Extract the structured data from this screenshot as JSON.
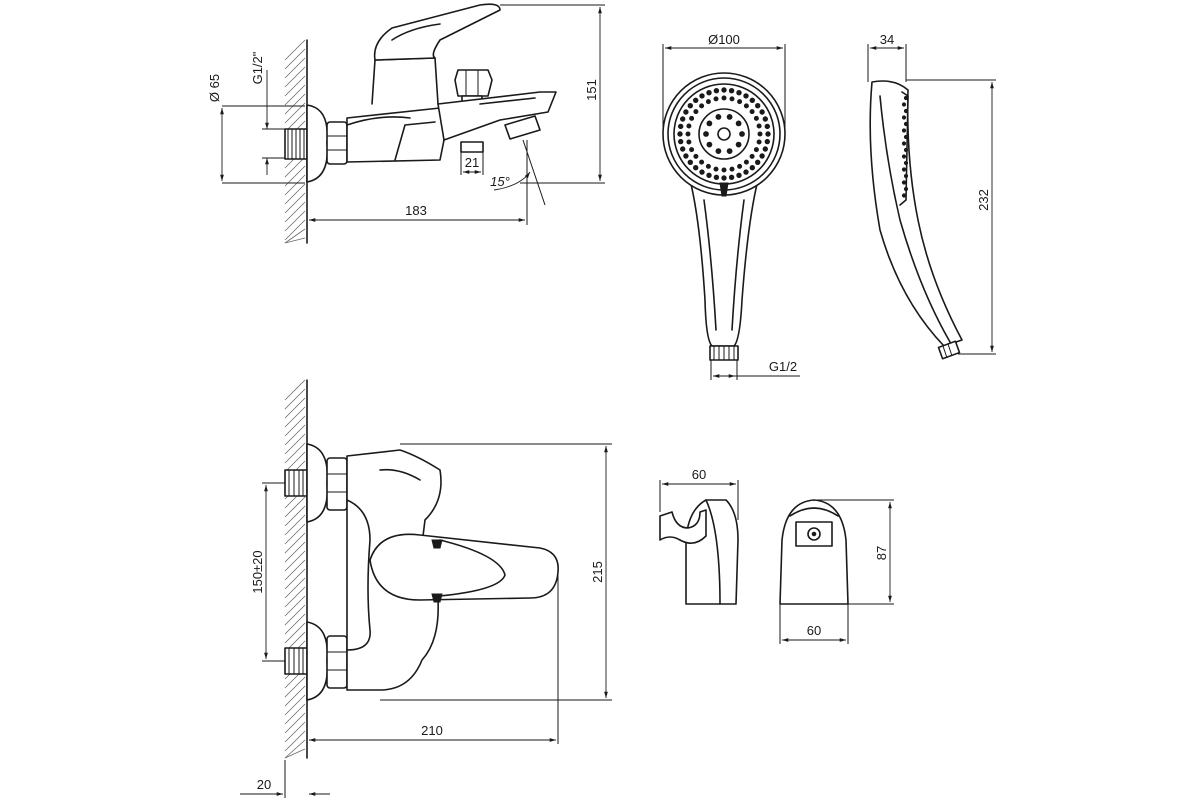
{
  "dimensions": {
    "side_view": {
      "flange_diameter": "Ø 65",
      "thread": "G1/2\"",
      "height": "151",
      "outlet_pitch": "21",
      "spout_angle": "15°",
      "projection": "183"
    },
    "hand_shower": {
      "head_diameter": "Ø100",
      "thickness": "34",
      "length": "232",
      "thread": "G1/2"
    },
    "front_view": {
      "centers": "150±20",
      "height": "215",
      "projection": "210",
      "eccentric_offset": "20"
    },
    "wall_holder": {
      "side_width": "60",
      "front_width": "60",
      "height": "87"
    }
  }
}
